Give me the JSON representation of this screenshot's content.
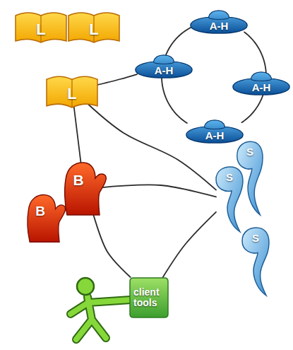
{
  "diagram": {
    "nodes": [
      {
        "text": [
          "L"
        ]
      },
      {
        "text": [
          "L"
        ]
      },
      {
        "text": [
          "L"
        ]
      },
      {
        "text": [
          "A-H"
        ]
      },
      {
        "text": [
          "A-H"
        ]
      },
      {
        "text": [
          "A-H"
        ]
      },
      {
        "text": [
          "A-H"
        ]
      },
      {
        "text": [
          "B"
        ]
      },
      {
        "text": [
          "B"
        ]
      },
      {
        "text": [
          "S"
        ]
      },
      {
        "text": [
          "S"
        ]
      },
      {
        "text": [
          "S"
        ]
      },
      {
        "text": [
          "client tools"
        ]
      }
    ],
    "edges": [
      {
        "from": 2,
        "to": 4,
        "arrow": "none"
      },
      {
        "from": 3,
        "to": 5,
        "arrow": "none"
      },
      {
        "from": 5,
        "to": 6,
        "arrow": "none"
      },
      {
        "from": 6,
        "to": 4,
        "arrow": "none"
      },
      {
        "from": 4,
        "to": 3,
        "arrow": "none"
      },
      {
        "from": 2,
        "to": 7,
        "arrow": "none"
      },
      {
        "from": 2,
        "to": 9,
        "arrow": "none"
      },
      {
        "from": 7,
        "to": 9,
        "arrow": "none"
      },
      {
        "from": 7,
        "to": 12,
        "arrow": "none"
      },
      {
        "from": 9,
        "to": 12,
        "arrow": "none"
      }
    ]
  }
}
